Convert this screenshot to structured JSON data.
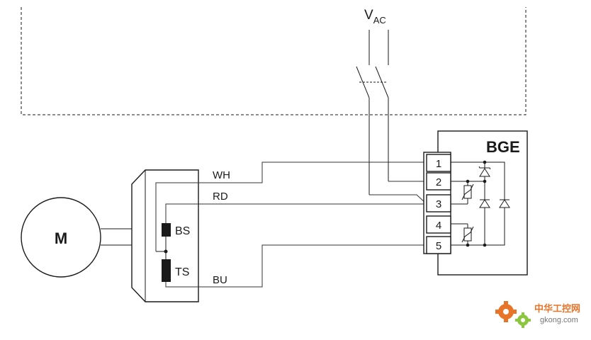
{
  "supply": {
    "label_main": "V",
    "label_sub": "AC"
  },
  "motor": {
    "label": "M"
  },
  "brake": {
    "bs_label": "BS",
    "ts_label": "TS"
  },
  "wires": {
    "wh": "WH",
    "rd": "RD",
    "bu": "BU"
  },
  "rectifier": {
    "title": "BGE",
    "terminals": [
      "1",
      "2",
      "3",
      "4",
      "5"
    ]
  },
  "watermark": {
    "cn": "中华工控网",
    "en": "gkong.com"
  },
  "colors": {
    "ink": "#1a1a1a",
    "watermark_orange": "#e8742a",
    "watermark_green": "#8cc63f"
  }
}
